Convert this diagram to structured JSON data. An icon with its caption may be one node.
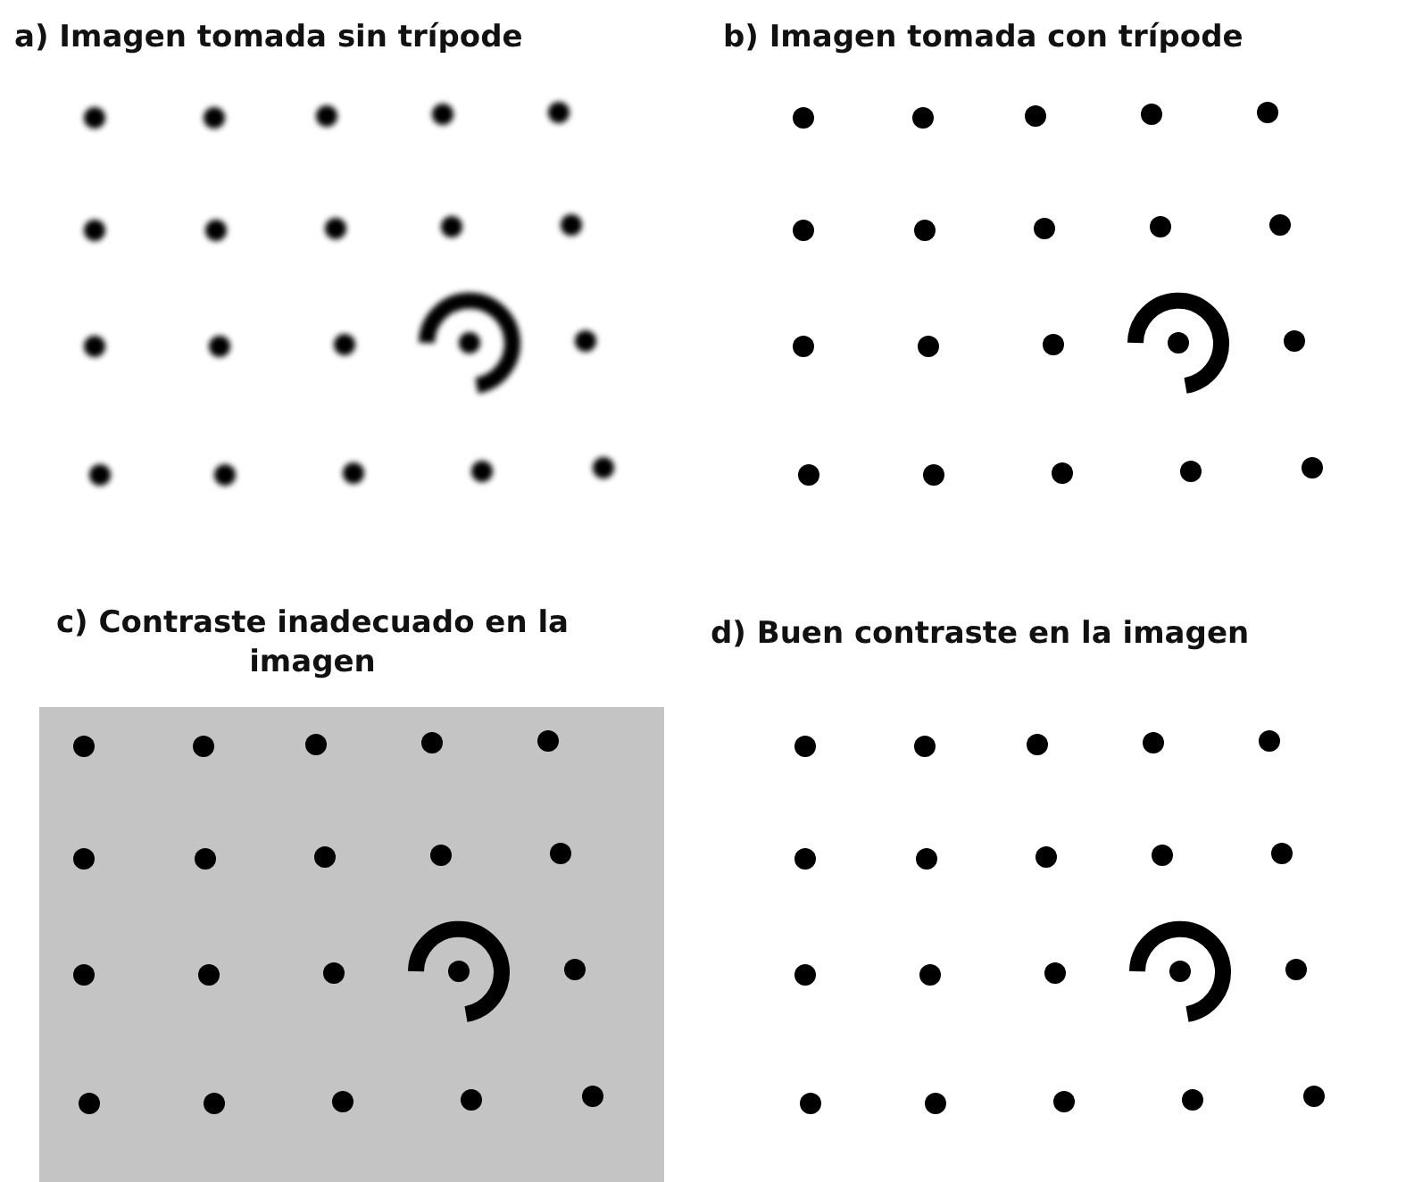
{
  "diagram": {
    "nodes": [
      {
        "text": [
          "a) Imagen tomada sin trípode"
        ]
      },
      {
        "text": [
          "b) Imagen tomada con trípode"
        ]
      },
      {
        "text": [
          "c) Contraste inadecuado en la imagen"
        ]
      },
      {
        "text": [
          "d) Buen contraste en la imagen"
        ]
      }
    ]
  }
}
